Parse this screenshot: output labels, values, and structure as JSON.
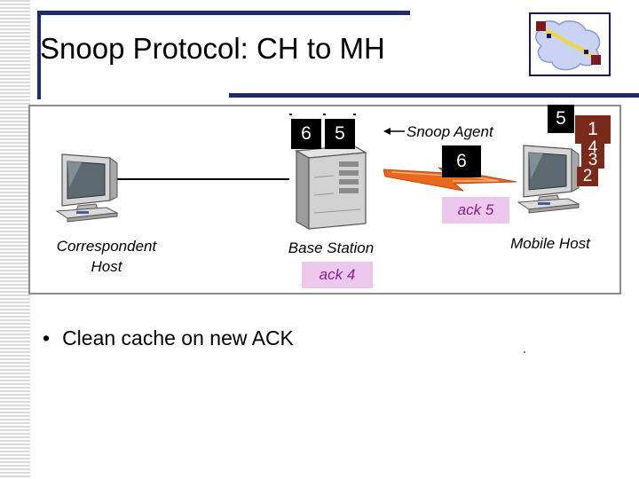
{
  "slide": {
    "title": "Snoop Protocol: CH to MH",
    "bullets": [
      "Clean cache on new ACK"
    ],
    "bullet_marker": "•"
  },
  "diagram": {
    "nodes": {
      "correspondent_host": "Correspondent Host",
      "base_station": "Base Station",
      "mobile_host": "Mobile Host"
    },
    "snoop_agent_label": "Snoop Agent",
    "base_station_cache": [
      "6",
      "5"
    ],
    "wireless_packet": "6",
    "mobile_host_packets": [
      "5",
      "1",
      "4",
      "3",
      "2"
    ],
    "acks": {
      "wireless": "ack 5",
      "wired": "ack 4"
    }
  },
  "colors": {
    "title_rule": "#1f2a6b",
    "ack_fill": "#ebc8ec",
    "ack_text": "#8a1c8a",
    "wireless_link": "#e8681e",
    "received_packet": "#7a2a1a"
  }
}
